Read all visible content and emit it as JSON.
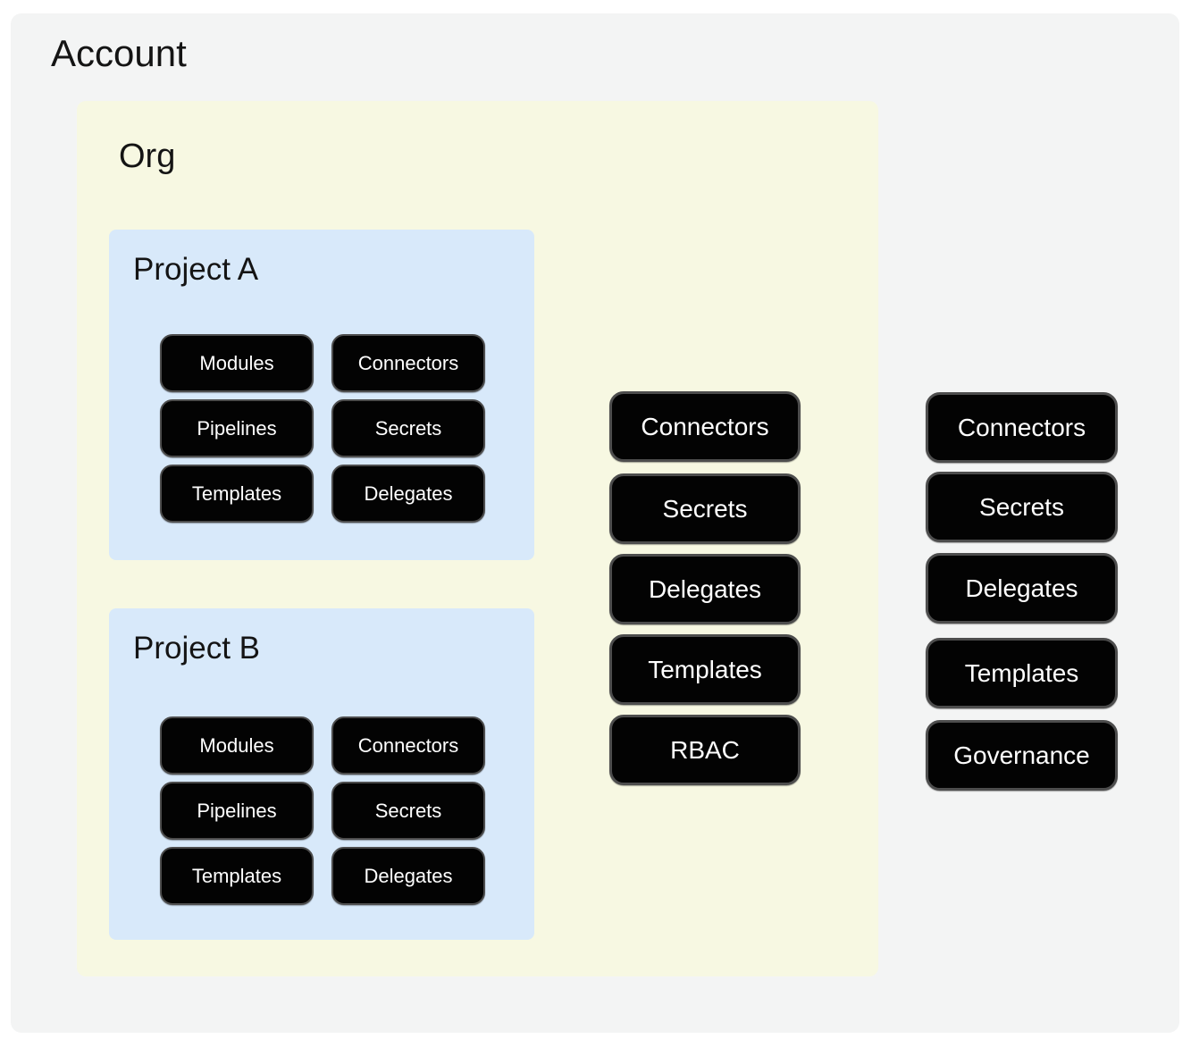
{
  "diagram": {
    "account": {
      "title": "Account",
      "pills": [
        "Connectors",
        "Secrets",
        "Delegates",
        "Templates",
        "Governance"
      ],
      "org": {
        "title": "Org",
        "pills": [
          "Connectors",
          "Secrets",
          "Delegates",
          "Templates",
          "RBAC"
        ],
        "projects": [
          {
            "title": "Project A",
            "pills": [
              "Modules",
              "Connectors",
              "Pipelines",
              "Secrets",
              "Templates",
              "Delegates"
            ]
          },
          {
            "title": "Project B",
            "pills": [
              "Modules",
              "Connectors",
              "Pipelines",
              "Secrets",
              "Templates",
              "Delegates"
            ]
          }
        ]
      }
    },
    "colors": {
      "page_bg": "#ffffff",
      "account_bg": "#f3f4f4",
      "org_bg": "#f7f8e2",
      "project_bg": "#d8e9fa",
      "pill_bg": "#030303",
      "pill_border": "#4d4d4d",
      "pill_text": "#ffffff",
      "title_text": "#141414"
    }
  }
}
